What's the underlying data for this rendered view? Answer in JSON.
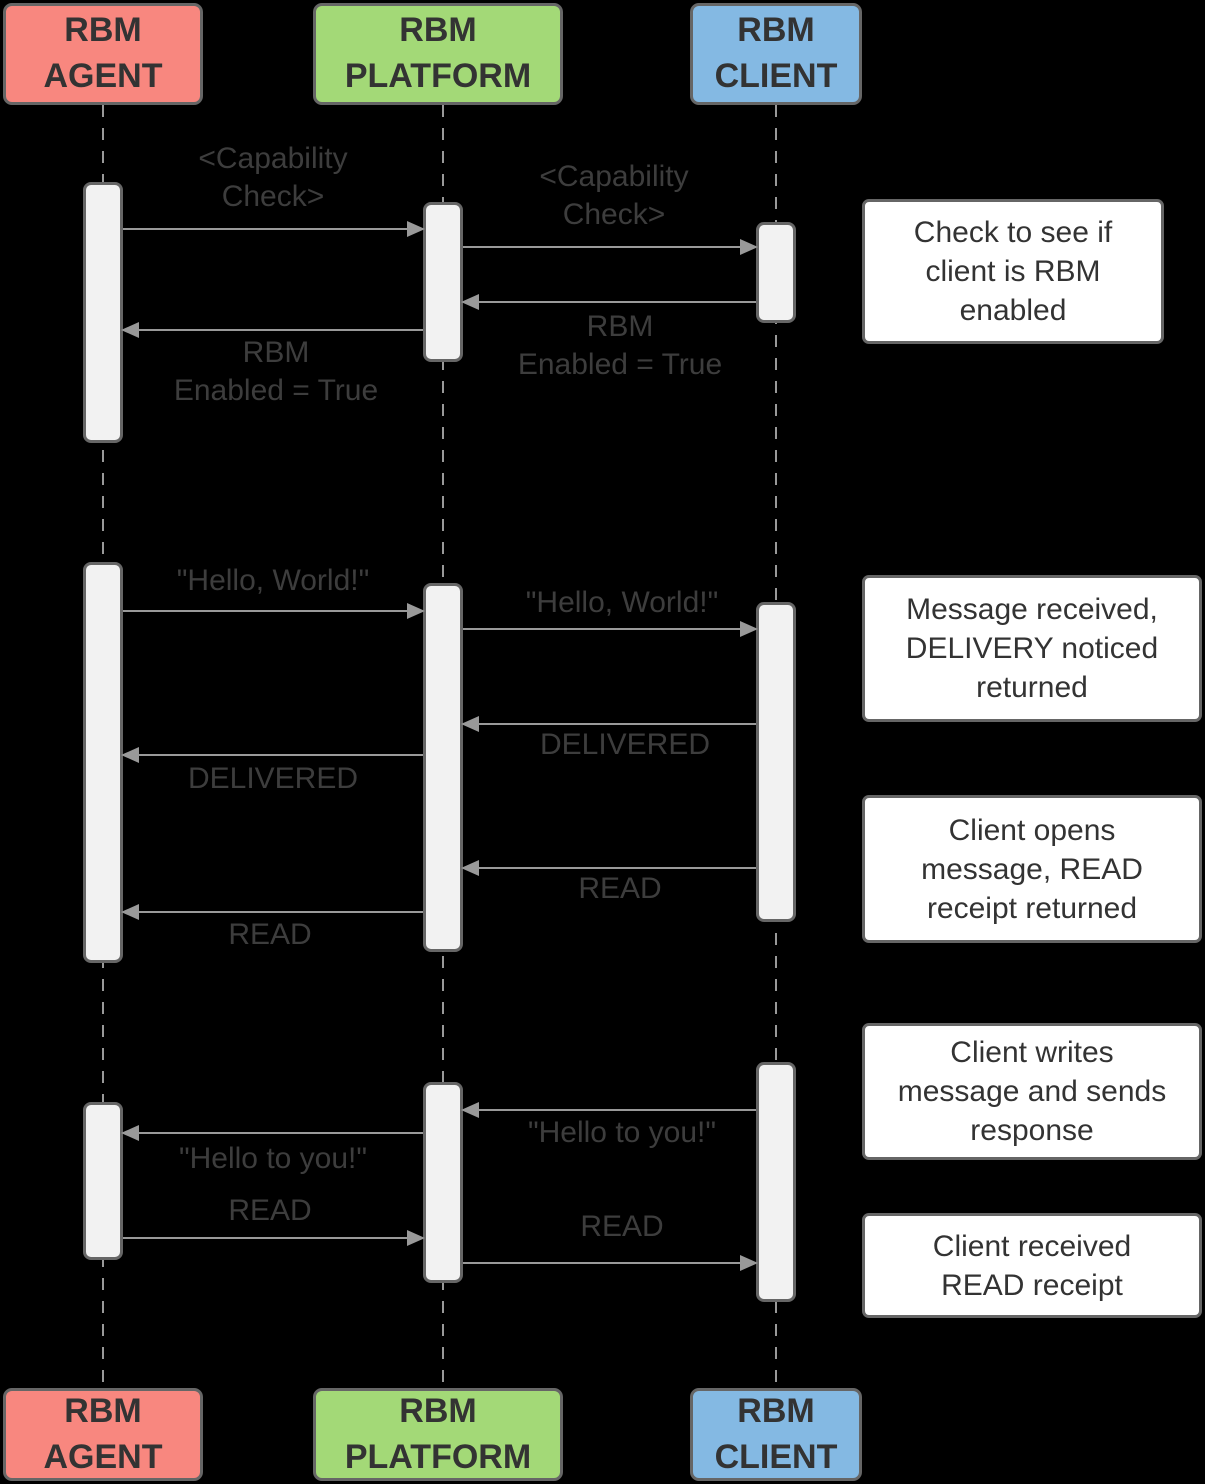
{
  "diagram_type": "sequence-diagram",
  "colors": {
    "background": "#000000",
    "agent_box": "#F8877F",
    "platform_box": "#A3D977",
    "client_box": "#84B9E3",
    "box_border": "#666666",
    "lifeline": "#999999",
    "arrow": "#999999",
    "activation_fill": "#F2F2F2",
    "label_text": "#3D3D3D",
    "note_background": "#FFFFFF",
    "note_text": "#333333"
  },
  "actors": {
    "agent": {
      "label": "RBM\nAGENT"
    },
    "platform": {
      "label": "RBM\nPLATFORM"
    },
    "client": {
      "label": "RBM\nCLIENT"
    }
  },
  "messages": {
    "cap_check_agent_platform": "<Capability\nCheck>",
    "cap_check_platform_client": "<Capability\nCheck>",
    "rbm_enabled_platform_agent": "RBM\nEnabled = True",
    "rbm_enabled_client_platform": "RBM\nEnabled = True",
    "hello_world_agent_platform": "\"Hello, World!\"",
    "hello_world_platform_client": "\"Hello, World!\"",
    "delivered_client_platform": "DELIVERED",
    "delivered_platform_agent": "DELIVERED",
    "read_client_platform": "READ",
    "read_platform_agent": "READ",
    "hello_you_client_platform": "\"Hello to you!\"",
    "hello_you_platform_agent": "\"Hello to you!\"",
    "read_agent_platform": "READ",
    "read_platform_client": "READ"
  },
  "notes": {
    "capability": "Check to see if\nclient is RBM\nenabled",
    "delivery": "Message received,\nDELIVERY noticed\nreturned",
    "read": "Client opens\nmessage, READ\nreceipt returned",
    "response": "Client writes\nmessage and sends\nresponse",
    "read_receipt": "Client received\nREAD receipt"
  }
}
